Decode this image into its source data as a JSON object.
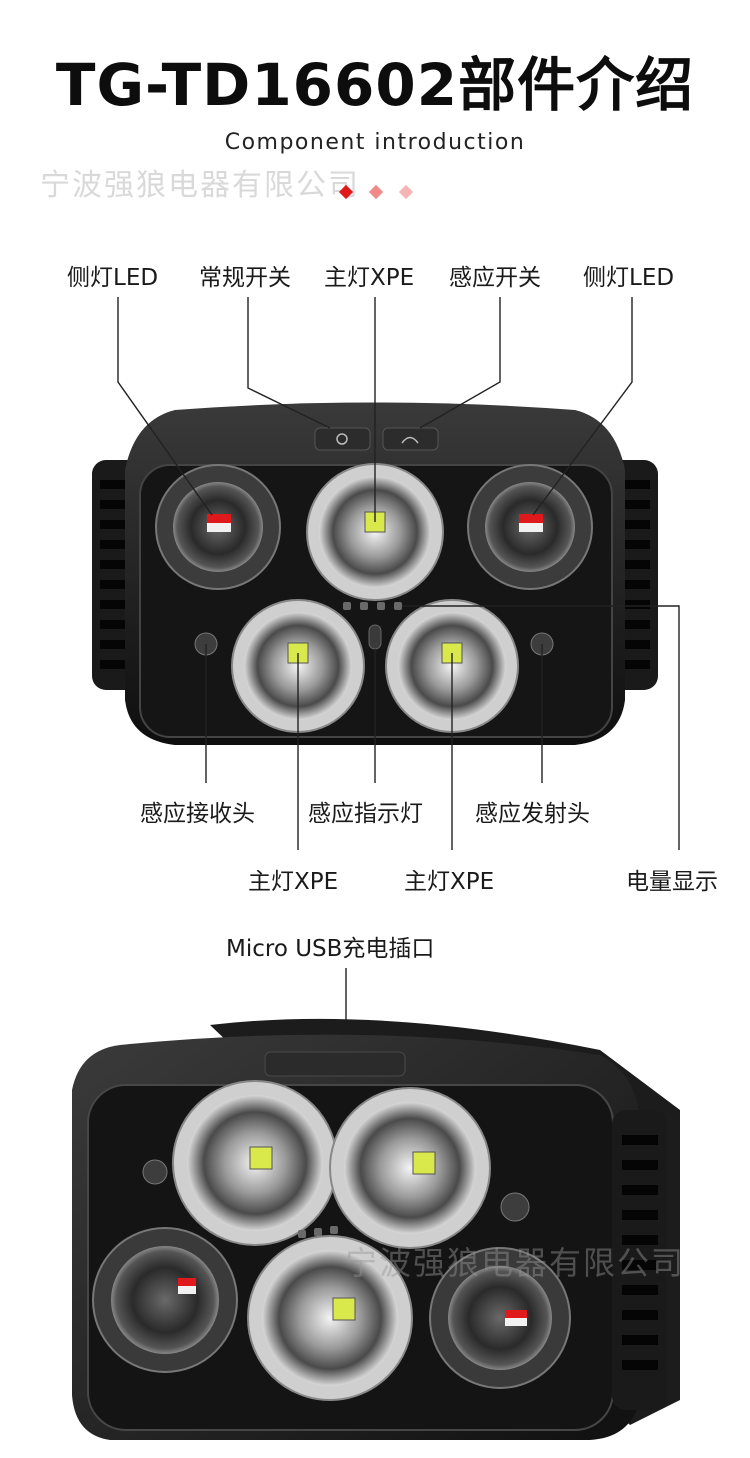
{
  "header": {
    "title": "TG-TD16602部件介绍",
    "subtitle": "Component introduction",
    "watermark": "宁波强狼电器有限公司"
  },
  "colors": {
    "accent_red": "#e0191c",
    "accent_pink_1": "#f08a8a",
    "accent_pink_2": "#f5b4b4",
    "body": "#1c1c1c"
  },
  "labels_top": {
    "side_led_left": "侧灯LED",
    "normal_switch": "常规开关",
    "main_xpe_top": "主灯XPE",
    "sensor_switch": "感应开关",
    "side_led_right": "侧灯LED"
  },
  "labels_bottom": {
    "sensor_receiver": "感应接收头",
    "sensor_indicator": "感应指示灯",
    "sensor_emitter": "感应发射头",
    "main_xpe_left": "主灯XPE",
    "main_xpe_right": "主灯XPE",
    "battery_display": "电量显示"
  },
  "labels_second": {
    "usb_port": "Micro USB充电插口"
  }
}
